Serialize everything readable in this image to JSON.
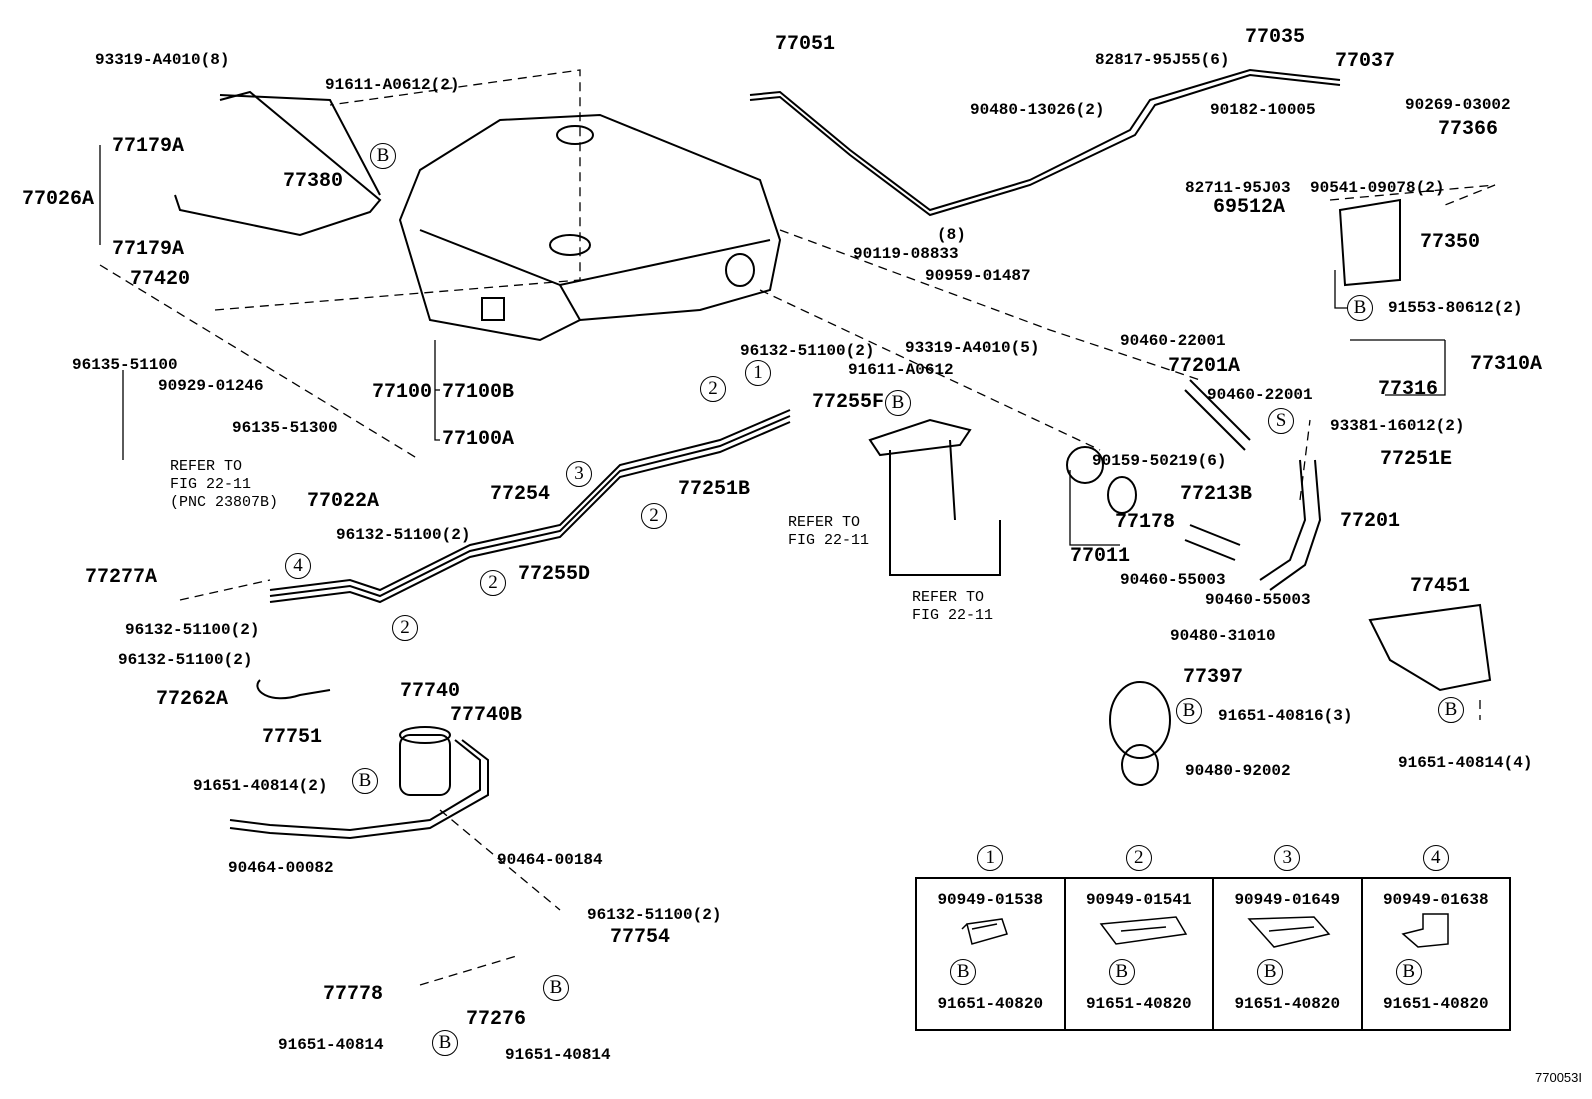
{
  "part_labels": [
    "93319-A4010(8)",
    "91611-A0612(2)",
    "77179A",
    "77380",
    "77026A",
    "77179A",
    "77420",
    "77051",
    "77035",
    "82817-95J55(6)",
    "77037",
    "90480-13026(2)",
    "90182-10005",
    "90269-03002",
    "77366",
    "82711-95J03",
    "90541-09078(2)",
    "69512A",
    "77350",
    "(8)",
    "90119-08833",
    "90959-01487",
    "91553-80612(2)",
    "96135-51100",
    "90929-01246",
    "96132-51100(2)",
    "93319-A4010(5)",
    "91611-A0612",
    "77100",
    "77100B",
    "77100A",
    "90460-22001",
    "77201A",
    "90460-22001",
    "77310A",
    "77316",
    "93381-16012(2)",
    "77255F",
    "96135-51300",
    "77022A",
    "77254",
    "77251B",
    "90159-50219(6)",
    "77251E",
    "77213B",
    "77178",
    "77201",
    "96132-51100(2)",
    "77011",
    "77255D",
    "77277A",
    "90460-55003",
    "90460-55003",
    "77451",
    "96132-51100(2)",
    "90480-31010",
    "96132-51100(2)",
    "77397",
    "77262A",
    "77740",
    "77740B",
    "91651-40816(3)",
    "77751",
    "91651-40814(4)",
    "91651-40814(2)",
    "90480-92002",
    "90464-00082",
    "90464-00184",
    "96132-51100(2)",
    "77754",
    "77778",
    "77276",
    "91651-40814",
    "91651-40814"
  ],
  "refer_notes": [
    "REFER TO\nFIG 22-11\n(PNC 23807B)",
    "REFER TO\nFIG 22-11",
    "REFER TO\nFIG 22-11"
  ],
  "markers": {
    "bolt": "B",
    "screw": "S",
    "clamp_numbers": [
      "1",
      "2",
      "2",
      "3",
      "2",
      "4",
      "2"
    ]
  },
  "inset": {
    "cells": [
      {
        "number": "1",
        "clip": "90949-01538",
        "bolt_symbol": "B",
        "bolt": "91651-40820"
      },
      {
        "number": "2",
        "clip": "90949-01541",
        "bolt_symbol": "B",
        "bolt": "91651-40820"
      },
      {
        "number": "3",
        "clip": "90949-01649",
        "bolt_symbol": "B",
        "bolt": "91651-40820"
      },
      {
        "number": "4",
        "clip": "90949-01638",
        "bolt_symbol": "B",
        "bolt": "91651-40820"
      }
    ]
  },
  "figure_id": "770053I"
}
